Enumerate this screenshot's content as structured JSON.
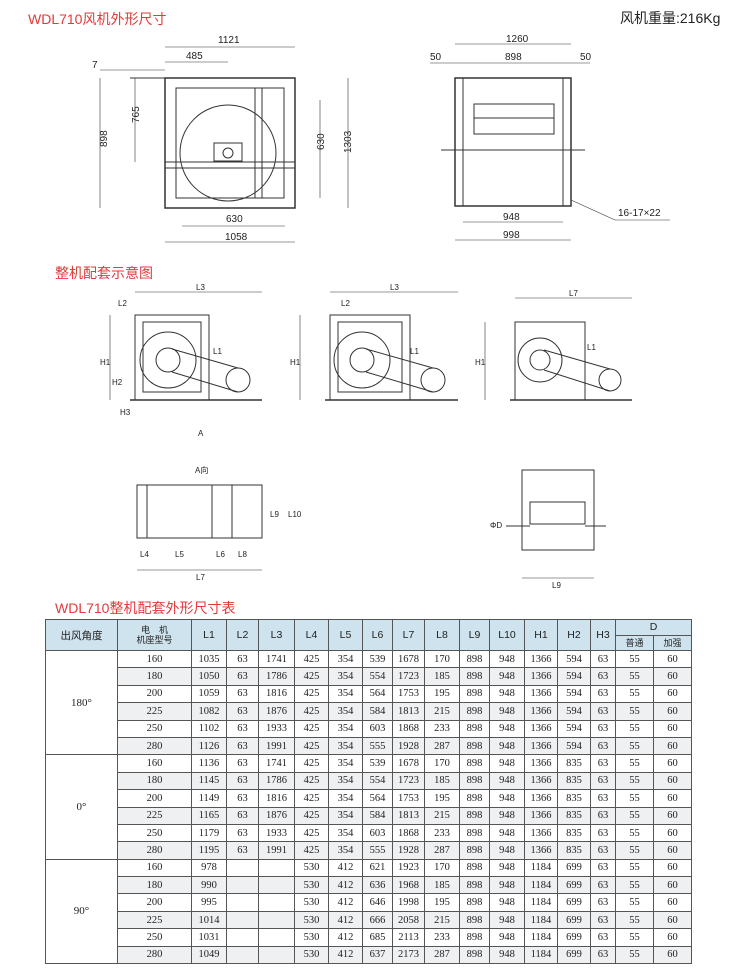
{
  "title": "WDL710风机外形尺寸",
  "weight": "风机重量:216Kg",
  "section_assembly": "整机配套示意图",
  "section_table": "WDL710整机配套外形尺寸表",
  "drawing_front": {
    "d_1121": "1121",
    "d_485": "485",
    "d_7": "7",
    "d_898": "898",
    "d_765": "765",
    "d_630v": "630",
    "d_1303": "1303",
    "d_630h": "630",
    "d_1058": "1058"
  },
  "drawing_side": {
    "d_1260": "1260",
    "d_50l": "50",
    "d_898": "898",
    "d_50r": "50",
    "d_948": "948",
    "d_998": "998",
    "holes": "16-17×22"
  },
  "assembly_labels": {
    "L1": "L1",
    "L2": "L2",
    "L3": "L3",
    "L4": "L4",
    "L5": "L5",
    "L6": "L6",
    "L7": "L7",
    "L9": "L9",
    "L10": "L10",
    "H1": "H1",
    "H2": "H2",
    "H3": "H3",
    "A": "A",
    "A_dir": "A向",
    "phiD": "ΦD"
  },
  "table": {
    "headers": {
      "angle": "出风角度",
      "motor1": "电　机",
      "motor2": "机座型号",
      "L1": "L1",
      "L2": "L2",
      "L3": "L3",
      "L4": "L4",
      "L5": "L5",
      "L6": "L6",
      "L7": "L7",
      "L8": "L8",
      "L9": "L9",
      "L10": "L10",
      "H1": "H1",
      "H2": "H2",
      "H3": "H3",
      "D": "D",
      "D_normal": "普通",
      "D_strong": "加强"
    },
    "groups": [
      {
        "angle": "180°",
        "rows": [
          [
            "160",
            "1035",
            "63",
            "1741",
            "425",
            "354",
            "539",
            "1678",
            "170",
            "898",
            "948",
            "1366",
            "594",
            "63",
            "55",
            "60"
          ],
          [
            "180",
            "1050",
            "63",
            "1786",
            "425",
            "354",
            "554",
            "1723",
            "185",
            "898",
            "948",
            "1366",
            "594",
            "63",
            "55",
            "60"
          ],
          [
            "200",
            "1059",
            "63",
            "1816",
            "425",
            "354",
            "564",
            "1753",
            "195",
            "898",
            "948",
            "1366",
            "594",
            "63",
            "55",
            "60"
          ],
          [
            "225",
            "1082",
            "63",
            "1876",
            "425",
            "354",
            "584",
            "1813",
            "215",
            "898",
            "948",
            "1366",
            "594",
            "63",
            "55",
            "60"
          ],
          [
            "250",
            "1102",
            "63",
            "1933",
            "425",
            "354",
            "603",
            "1868",
            "233",
            "898",
            "948",
            "1366",
            "594",
            "63",
            "55",
            "60"
          ],
          [
            "280",
            "1126",
            "63",
            "1991",
            "425",
            "354",
            "555",
            "1928",
            "287",
            "898",
            "948",
            "1366",
            "594",
            "63",
            "55",
            "60"
          ]
        ]
      },
      {
        "angle": "0°",
        "rows": [
          [
            "160",
            "1136",
            "63",
            "1741",
            "425",
            "354",
            "539",
            "1678",
            "170",
            "898",
            "948",
            "1366",
            "835",
            "63",
            "55",
            "60"
          ],
          [
            "180",
            "1145",
            "63",
            "1786",
            "425",
            "354",
            "554",
            "1723",
            "185",
            "898",
            "948",
            "1366",
            "835",
            "63",
            "55",
            "60"
          ],
          [
            "200",
            "1149",
            "63",
            "1816",
            "425",
            "354",
            "564",
            "1753",
            "195",
            "898",
            "948",
            "1366",
            "835",
            "63",
            "55",
            "60"
          ],
          [
            "225",
            "1165",
            "63",
            "1876",
            "425",
            "354",
            "584",
            "1813",
            "215",
            "898",
            "948",
            "1366",
            "835",
            "63",
            "55",
            "60"
          ],
          [
            "250",
            "1179",
            "63",
            "1933",
            "425",
            "354",
            "603",
            "1868",
            "233",
            "898",
            "948",
            "1366",
            "835",
            "63",
            "55",
            "60"
          ],
          [
            "280",
            "1195",
            "63",
            "1991",
            "425",
            "354",
            "555",
            "1928",
            "287",
            "898",
            "948",
            "1366",
            "835",
            "63",
            "55",
            "60"
          ]
        ]
      },
      {
        "angle": "90°",
        "rows": [
          [
            "160",
            "978",
            "",
            "",
            "530",
            "412",
            "621",
            "1923",
            "170",
            "898",
            "948",
            "1184",
            "699",
            "63",
            "55",
            "60"
          ],
          [
            "180",
            "990",
            "",
            "",
            "530",
            "412",
            "636",
            "1968",
            "185",
            "898",
            "948",
            "1184",
            "699",
            "63",
            "55",
            "60"
          ],
          [
            "200",
            "995",
            "",
            "",
            "530",
            "412",
            "646",
            "1998",
            "195",
            "898",
            "948",
            "1184",
            "699",
            "63",
            "55",
            "60"
          ],
          [
            "225",
            "1014",
            "",
            "",
            "530",
            "412",
            "666",
            "2058",
            "215",
            "898",
            "948",
            "1184",
            "699",
            "63",
            "55",
            "60"
          ],
          [
            "250",
            "1031",
            "",
            "",
            "530",
            "412",
            "685",
            "2113",
            "233",
            "898",
            "948",
            "1184",
            "699",
            "63",
            "55",
            "60"
          ],
          [
            "280",
            "1049",
            "",
            "",
            "530",
            "412",
            "637",
            "2173",
            "287",
            "898",
            "948",
            "1184",
            "699",
            "63",
            "55",
            "60"
          ]
        ]
      }
    ]
  }
}
